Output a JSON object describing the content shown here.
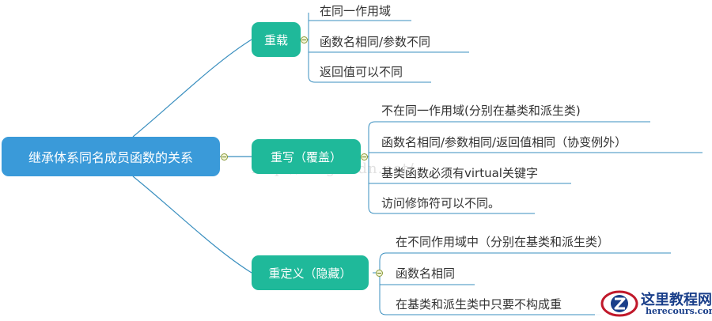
{
  "root": {
    "label": "继承体系同名成员函数的关系"
  },
  "branches": [
    {
      "label": "重载",
      "items": [
        "在同一作用域",
        "函数名相同/参数不同",
        "返回值可以不同"
      ]
    },
    {
      "label": "重写（覆盖）",
      "items": [
        "不在同一作用域(分别在基类和派生类)",
        "函数名相同/参数相同/返回值相同（协变例外）",
        "基类函数必须有virtual关键字",
        "访问修饰符可以不同。"
      ]
    },
    {
      "label": "重定义（隐藏）",
      "items": [
        "在不同作用域中（分别在基类和派生类）",
        "函数名相同",
        "在基类和派生类中只要不构成重"
      ]
    }
  ],
  "watermark": "http://blog.csdn.net/",
  "brand": {
    "name_cn": "这里教程网",
    "name_en": "herecours.com"
  },
  "colors": {
    "root": "#3a9ad9",
    "branch": "#1fb99a",
    "line": "#3a8fbf"
  }
}
